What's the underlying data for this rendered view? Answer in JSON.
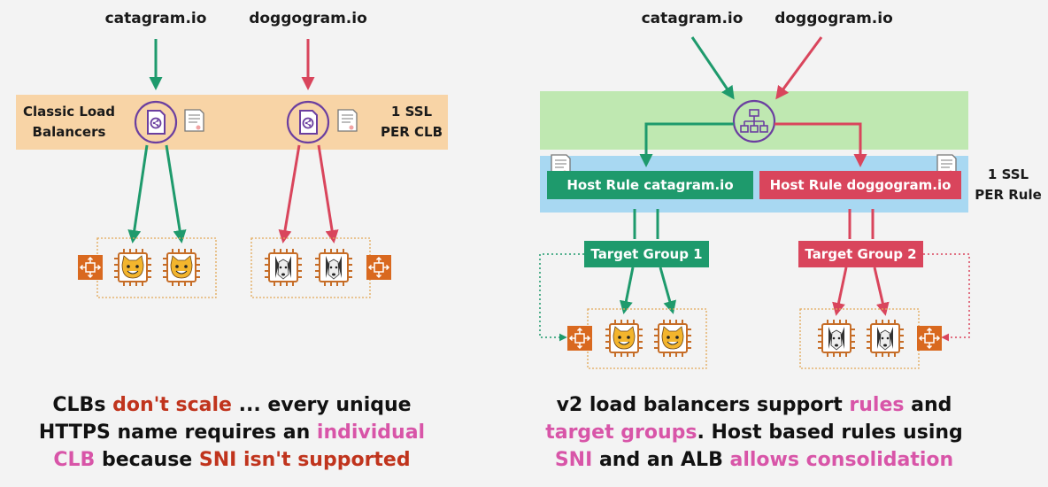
{
  "left": {
    "domain_cat": "catagram.io",
    "domain_dog": "doggogram.io",
    "clb_label_1": "Classic Load",
    "clb_label_2": "Balancers",
    "ssl_1": "1 SSL",
    "ssl_2": "PER CLB"
  },
  "right": {
    "domain_cat": "catagram.io",
    "domain_dog": "doggogram.io",
    "rule_cat": "Host Rule catagram.io",
    "rule_dog": "Host Rule doggogram.io",
    "ssl_1": "1 SSL",
    "ssl_2": "PER Rule",
    "tg1": "Target Group 1",
    "tg2": "Target Group 2"
  },
  "caption_left": {
    "l1a": "CLBs ",
    "l1b": "don't scale",
    "l1c": " ... every unique",
    "l2a": "HTTPS name requires an ",
    "l2b": "individual",
    "l3a": "CLB",
    "l3b": " because ",
    "l3c": "SNI isn't supported"
  },
  "caption_right": {
    "l1a": "v2 load balancers support ",
    "l1b": "rules",
    "l1c": " and",
    "l2a": "target groups",
    "l2b": ". Host based rules using",
    "l3a": "SNI",
    "l3b": " and an ALB ",
    "l3c": "allows consolidation"
  },
  "colors": {
    "green": "#1e9a6c",
    "red": "#d9455c",
    "purple": "#6b3fa0",
    "orange_band": "#f8d4a6",
    "green_band": "#bfe8b1",
    "blue_band": "#a8d8f2",
    "chip": "#c66d27",
    "autoscale": "#d9691f"
  }
}
